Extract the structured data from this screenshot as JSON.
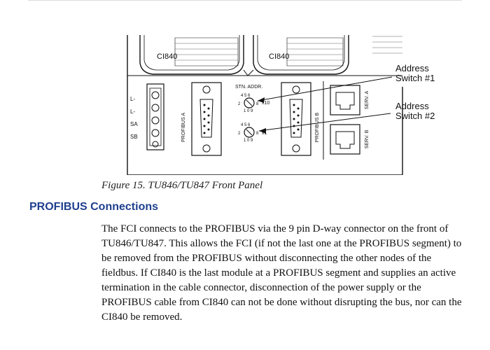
{
  "figure": {
    "module_left_label": "CI840",
    "module_right_label": "CI840",
    "terminal_labels": [
      "L-",
      "L-",
      "SA",
      "SB"
    ],
    "profibus_a_label": "PROFIBUS A",
    "profibus_b_label": "PROFIBUS B",
    "station_address_label": "STN. ADDR.",
    "switch_x10_label": "x10",
    "switch_x1_label": "x1",
    "serv_a_label": "SERV. A",
    "serv_b_label": "SERV. B",
    "callout_1_line1": "Address",
    "callout_1_line2": "Switch #1",
    "callout_2_line1": "Address",
    "callout_2_line2": "Switch #2"
  },
  "caption": "Figure 15. TU846/TU847 Front Panel",
  "section": {
    "heading": "PROFIBUS Connections",
    "paragraph": "The FCI connects to the PROFIBUS via the 9 pin D-way connector on the front of TU846/TU847. This allows the FCI (if not the last one at the PROFIBUS segment) to be removed from the PROFIBUS without disconnecting the other nodes of the fieldbus. If CI840 is the last module at a PROFIBUS segment and supplies an active termination in the cable connector, disconnection of the power supply or the PROFIBUS cable from CI840 can not be done without disrupting the bus, nor can the CI840 be removed."
  },
  "colors": {
    "heading": "#1f3f8f",
    "line": "#111111"
  }
}
